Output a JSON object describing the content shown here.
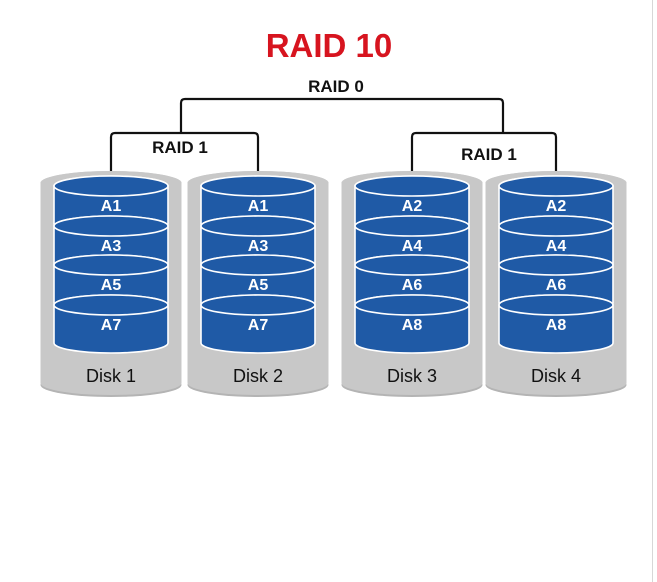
{
  "title": "RAID 10",
  "raid0_label": "RAID 0",
  "raid1_left_label": "RAID 1",
  "raid1_right_label": "RAID 1",
  "colors": {
    "title": "#d7141f",
    "block_fill": "#1f5aa6",
    "block_stroke": "#ffffff",
    "block_text": "#ffffff",
    "disk_body": "#c8c8c8",
    "disk_shadow": "#b4b4b4",
    "connector": "#111111",
    "label_text": "#111111"
  },
  "disks": [
    {
      "label": "Disk 1",
      "blocks": [
        "A1",
        "A3",
        "A5",
        "A7"
      ]
    },
    {
      "label": "Disk 2",
      "blocks": [
        "A1",
        "A3",
        "A5",
        "A7"
      ]
    },
    {
      "label": "Disk 3",
      "blocks": [
        "A2",
        "A4",
        "A6",
        "A8"
      ]
    },
    {
      "label": "Disk 4",
      "blocks": [
        "A2",
        "A4",
        "A6",
        "A8"
      ]
    }
  ]
}
